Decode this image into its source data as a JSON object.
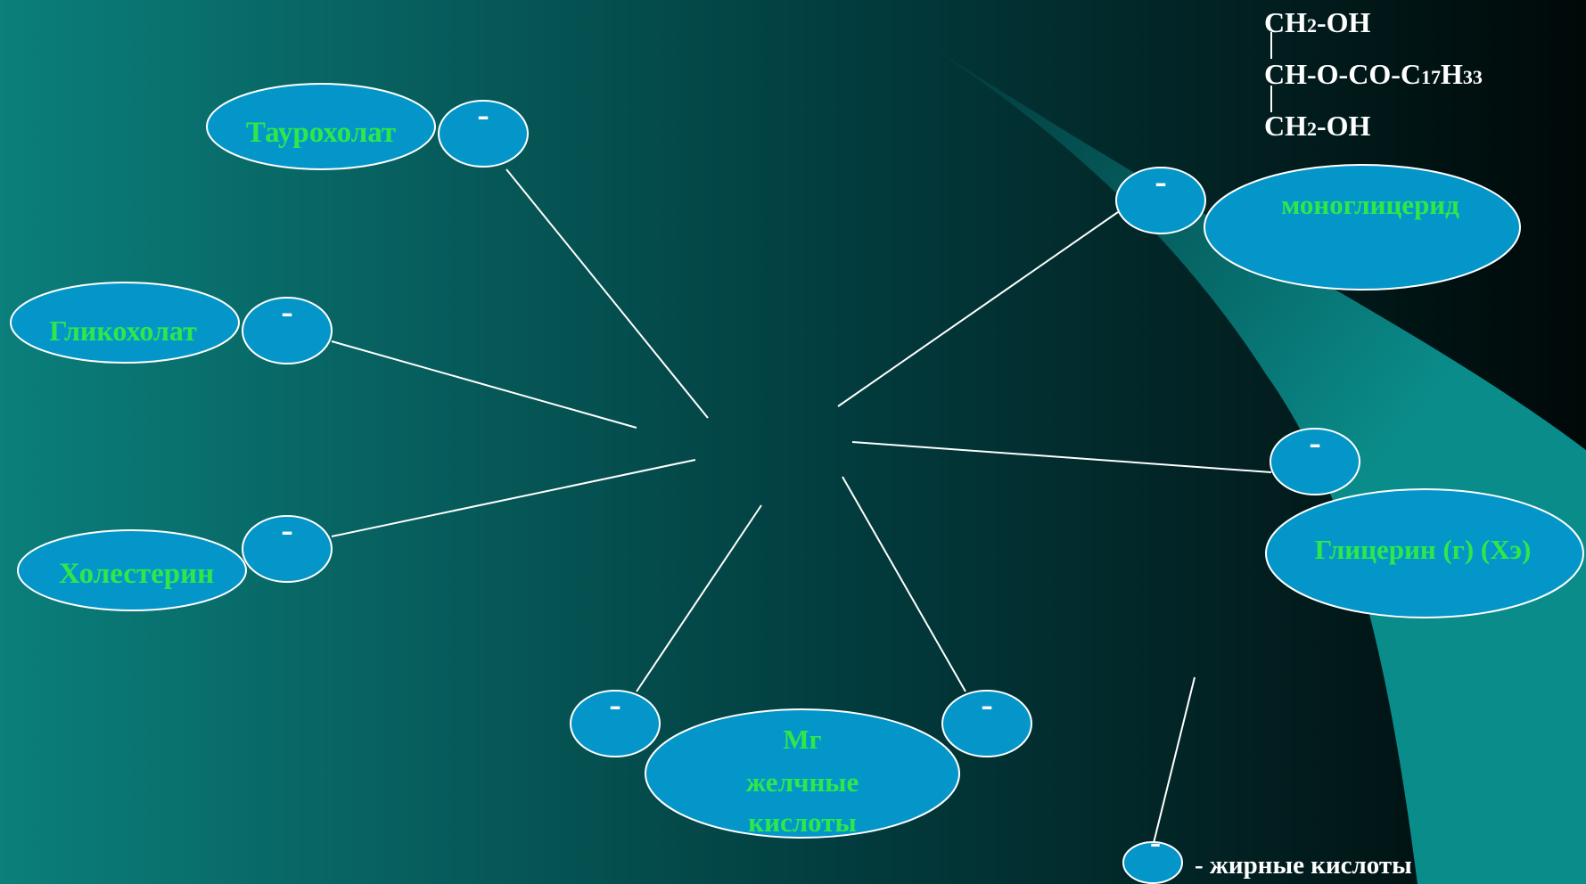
{
  "colors": {
    "bg_left": "#0b7f7b",
    "bg_mid": "#023a3c",
    "bg_right": "#010808",
    "wave_teal": "#0a8c8a",
    "wave_dark": "#023436",
    "ellipse_fill": "#0596c9",
    "ellipse_stroke": "#ffffff",
    "label_green": "#2ee84a",
    "white": "#ffffff"
  },
  "formula": {
    "line1_main": "CH",
    "line1_sub": "2",
    "line1_rest": "-OH",
    "line2_main": "CH-O-CO-C",
    "line2_sub1": "17",
    "line2_mid": "H",
    "line2_sub2": "33",
    "line3_main": "CH",
    "line3_sub": "2",
    "line3_rest": "-OH"
  },
  "nodes": {
    "taurocholate": "Таурохолат",
    "glycocholate": "Гликохолат",
    "cholesterol": "Холестерин",
    "monoglyceride": "моноглицерид",
    "glycerol": "Глицерин (г) (Хэ)",
    "bile_line1": "Мг",
    "bile_line2": "желчные",
    "bile_line3": "кислоты"
  },
  "charge_sign": "-",
  "legend": {
    "text": "- жирные кислоты"
  }
}
